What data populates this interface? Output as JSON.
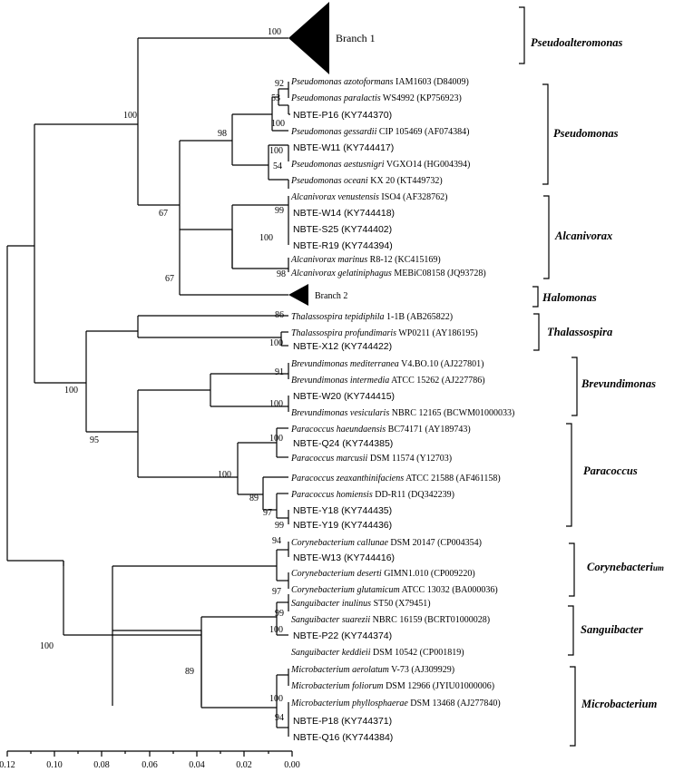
{
  "scale_ticks": [
    "0.12",
    "0.10",
    "0.08",
    "0.06",
    "0.04",
    "0.02",
    "0.00"
  ],
  "collapsed": {
    "branch1": "Branch 1",
    "branch2": "Branch 2"
  },
  "taxa": {
    "p_azotoformans": {
      "name": "Pseudomonas azotoformans",
      "rest": " IAM1603 (D84009)"
    },
    "p_paralactis": {
      "name": "Pseudomonas paralactis",
      "rest": " WS4992 (KP756923)"
    },
    "nbte_p16": "NBTE-P16 (KY744370)",
    "p_gessardii": {
      "name": "Pseudomonas gessardii",
      "rest": " CIP 105469 (AF074384)"
    },
    "nbte_w11": "NBTE-W11 (KY744417)",
    "p_aestusnigri": {
      "name": "Pseudomonas aestusnigri",
      "rest": " VGXO14 (HG004394)"
    },
    "p_oceani": {
      "name": "Pseudomonas oceani",
      "rest": " KX 20 (KT449732)"
    },
    "a_venustensis": {
      "name": "Alcanivorax venustensis",
      "rest": " ISO4 (AF328762)"
    },
    "nbte_w14": "NBTE-W14 (KY744418)",
    "nbte_s25": "NBTE-S25 (KY744402)",
    "nbte_r19": "NBTE-R19 (KY744394)",
    "a_marinus": {
      "name": "Alcanivorax marinus",
      "rest": " R8-12 (KC415169)"
    },
    "a_gelatiniphagus": {
      "name": "Alcanivorax gelatiniphagus",
      "rest": " MEBiC08158 (JQ93728)"
    },
    "t_tepidiphila": {
      "name": "Thalassospira tepidiphila",
      "rest": " 1-1B (AB265822)"
    },
    "t_profundimaris": {
      "name": "Thalassospira profundimaris",
      "rest": " WP0211 (AY186195)"
    },
    "nbte_x12": "NBTE-X12 (KY744422)",
    "b_mediterranea": {
      "name": "Brevundimonas mediterranea",
      "rest": " V4.BO.10 (AJ227801)"
    },
    "b_intermedia": {
      "name": "Brevundimonas intermedia",
      "rest": " ATCC 15262 (AJ227786)"
    },
    "nbte_w20": "NBTE-W20 (KY744415)",
    "b_vesicularis": {
      "name": "Brevundimonas vesicularis",
      "rest": " NBRC 12165 (BCWM01000033)"
    },
    "pc_haeundaensis": {
      "name": "Paracoccus haeundaensis",
      "rest": " BC74171 (AY189743)"
    },
    "nbte_q24": "NBTE-Q24 (KY744385)",
    "pc_marcusii": {
      "name": "Paracoccus marcusii",
      "rest": " DSM 11574 (Y12703)"
    },
    "pc_zeaxanthinifaciens": {
      "name": "Paracoccus zeaxanthinifaciens",
      "rest": " ATCC 21588 (AF461158)"
    },
    "pc_homiensis": {
      "name": "Paracoccus homiensis",
      "rest": " DD-R11 (DQ342239)"
    },
    "nbte_y18": "NBTE-Y18 (KY744435)",
    "nbte_y19": "NBTE-Y19 (KY744436)",
    "c_callunae": {
      "name": "Corynebacterium callunae",
      "rest": " DSM 20147 (CP004354)"
    },
    "nbte_w13": "NBTE-W13 (KY744416)",
    "c_deserti": {
      "name": "Corynebacterium deserti",
      "rest": " GIMN1.010 (CP009220)"
    },
    "c_glutamicum": {
      "name": "Corynebacterium glutamicum",
      "rest": " ATCC 13032 (BA000036)"
    },
    "s_inulinus": {
      "name": "Sanguibacter inulinus",
      "rest": " ST50 (X79451)"
    },
    "s_suarezii": {
      "name": "Sanguibacter suarezii",
      "rest": " NBRC 16159 (BCRT01000028)"
    },
    "nbte_p22": "NBTE-P22 (KY744374)",
    "s_keddieii": {
      "name": "Sanguibacter keddieii",
      "rest": " DSM 10542 (CP001819)"
    },
    "m_aerolatum": {
      "name": "Microbacterium aerolatum",
      "rest": " V-73 (AJ309929)"
    },
    "m_foliorum": {
      "name": "Microbacterium foliorum",
      "rest": " DSM 12966 (JYIU01000006)"
    },
    "m_phyllosphaerae": {
      "name": "Microbacterium phyllosphaerae",
      "rest": " DSM 13468 (AJ277840)"
    },
    "nbte_p18": "NBTE-P18 (KY744371)",
    "nbte_q16": "NBTE-Q16 (KY744384)"
  },
  "bootstrap": {
    "b100_branch1": "100",
    "b92": "92",
    "b53": "53",
    "b100_p16": "100",
    "b98": "98",
    "b100_w11": "100",
    "b54": "54",
    "b100_pseudo": "100",
    "b67_top": "67",
    "b67_low": "67",
    "b99_w14": "99",
    "b100_alc": "100",
    "b98_alc": "98",
    "b86": "86",
    "b100_thal": "100",
    "b91": "91",
    "b100_brev": "100",
    "b95": "95",
    "b100_q24": "100",
    "b100_para": "100",
    "b89_para": "89",
    "b97_para": "97",
    "b99_y19": "99",
    "b100_main": "100",
    "b94_cory": "94",
    "b97_cory": "97",
    "b99_sang": "99",
    "b100_sang": "100",
    "b100_low": "100",
    "b89_low": "89",
    "b100_micro": "100",
    "b94_micro": "94"
  },
  "genera": {
    "pseudoalteromonas": "Pseudoalteromonas",
    "pseudomonas": "Pseudomonas",
    "alcanivorax": "Alcanivorax",
    "halomonas": "Halomonas",
    "thalassospira": "Thalassospira",
    "brevundimonas": "Brevundimonas",
    "paracoccus": "Paracoccus",
    "corynebacterium_main": "Corynebacteri",
    "corynebacterium_tail": "um",
    "sanguibacter": "Sanguibacter",
    "microbacterium": "Microbacterium"
  }
}
